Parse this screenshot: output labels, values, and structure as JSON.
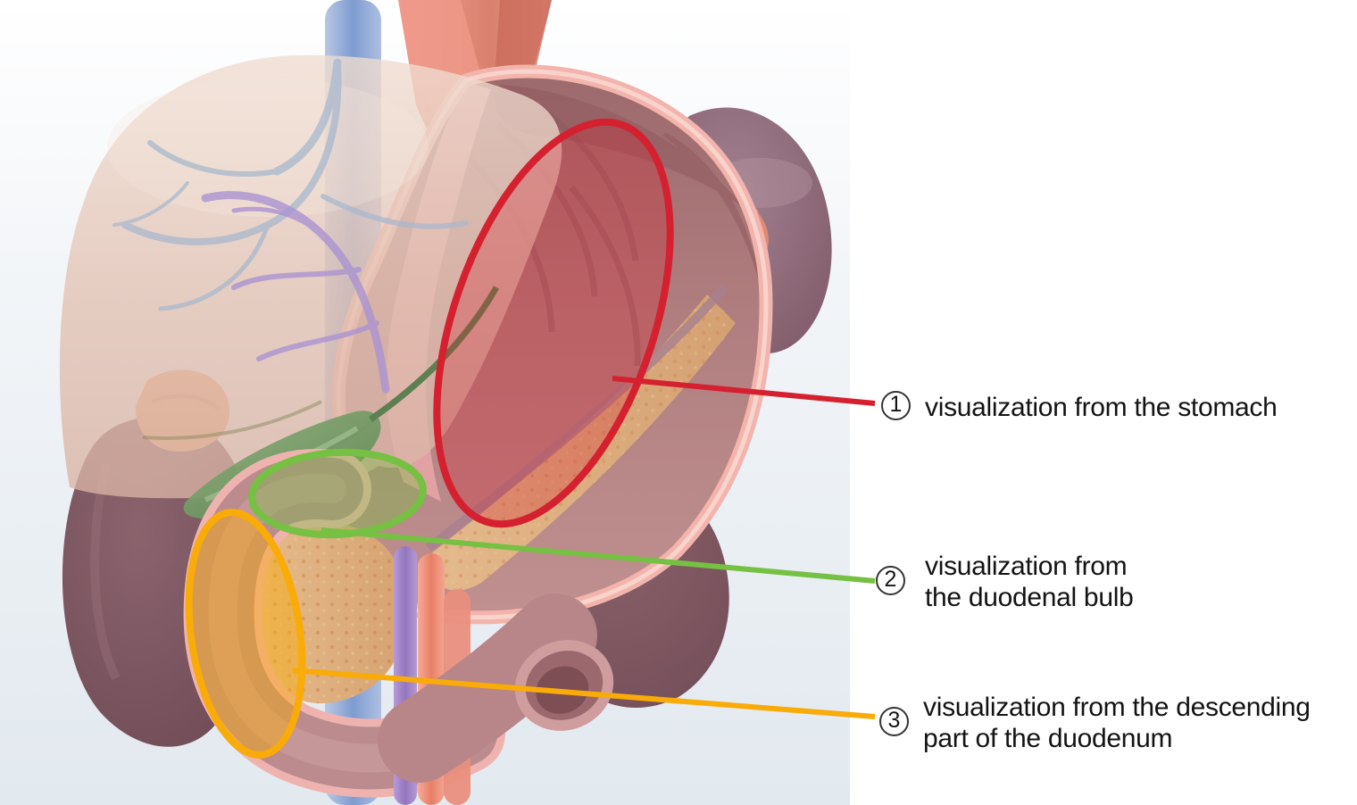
{
  "figure": {
    "title": "abdominal anatomy illustration",
    "panel_background": "#ffffff"
  },
  "annotations": [
    {
      "number": "1",
      "color": "#d5202f",
      "lines": [
        "visualization from the stomach"
      ]
    },
    {
      "number": "2",
      "color": "#76c043",
      "lines": [
        "visualization from",
        "the duodenal bulb"
      ]
    },
    {
      "number": "3",
      "color": "#f9ab07",
      "lines": [
        "visualization from the descending",
        "part of the duodenum"
      ]
    }
  ]
}
